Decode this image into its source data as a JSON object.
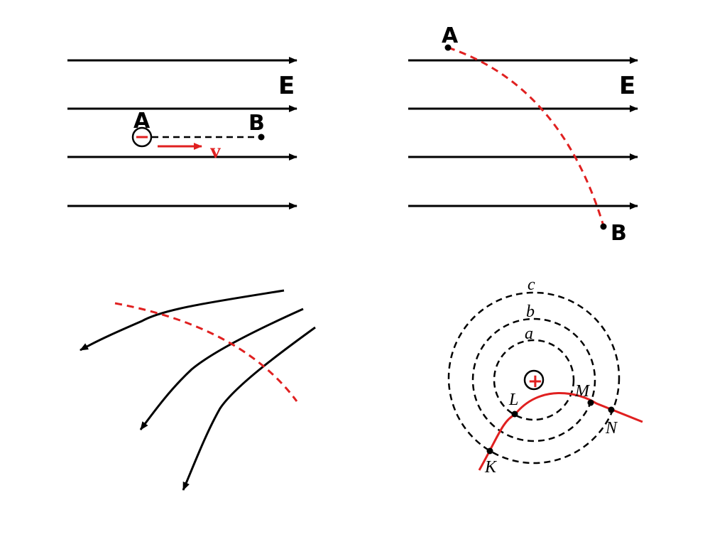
{
  "colors": {
    "field_line": "#000000",
    "trajectory": "#e02020",
    "charge_sign": "#e02020"
  },
  "panel1": {
    "field_label": "E",
    "point_a": "A",
    "point_b": "B",
    "charge_sign": "−",
    "velocity_label": "v"
  },
  "panel2": {
    "field_label": "E",
    "point_a": "A",
    "point_b": "B"
  },
  "panel4": {
    "charge_sign": "+",
    "circle_a": "a",
    "circle_b": "b",
    "circle_c": "c",
    "point_k": "K",
    "point_l": "L",
    "point_m": "M",
    "point_n": "N"
  }
}
